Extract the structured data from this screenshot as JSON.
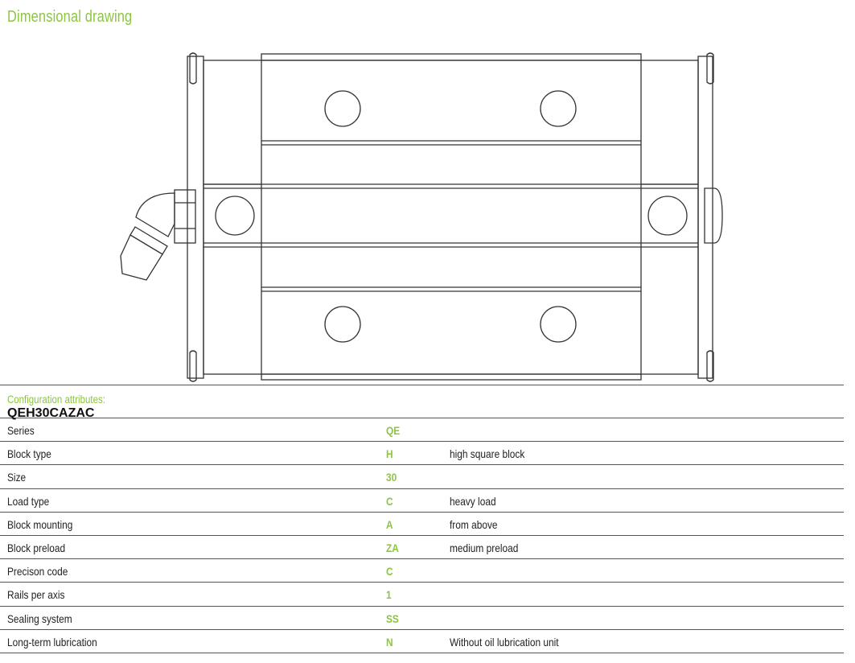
{
  "section_title": "Dimensional drawing",
  "drawing": {
    "subject": "linear guide block",
    "view": "top"
  },
  "config": {
    "label": "Configuration attributes:",
    "code": "QEH30CAZAC",
    "rows": [
      {
        "name": "Series",
        "code": "QE",
        "desc": ""
      },
      {
        "name": "Block type",
        "code": "H",
        "desc": "high square block"
      },
      {
        "name": "Size",
        "code": "30",
        "desc": ""
      },
      {
        "name": "Load type",
        "code": "C",
        "desc": "heavy load"
      },
      {
        "name": "Block mounting",
        "code": "A",
        "desc": "from above"
      },
      {
        "name": "Block preload",
        "code": "ZA",
        "desc": "medium preload"
      },
      {
        "name": "Precison code",
        "code": "C",
        "desc": ""
      },
      {
        "name": "Rails per axis",
        "code": "1",
        "desc": ""
      },
      {
        "name": "Sealing system",
        "code": "SS",
        "desc": ""
      },
      {
        "name": "Long-term lubrication",
        "code": "N",
        "desc": "Without oil lubrication unit"
      }
    ]
  },
  "colors": {
    "accent": "#8cc63f",
    "line": "#333333"
  }
}
